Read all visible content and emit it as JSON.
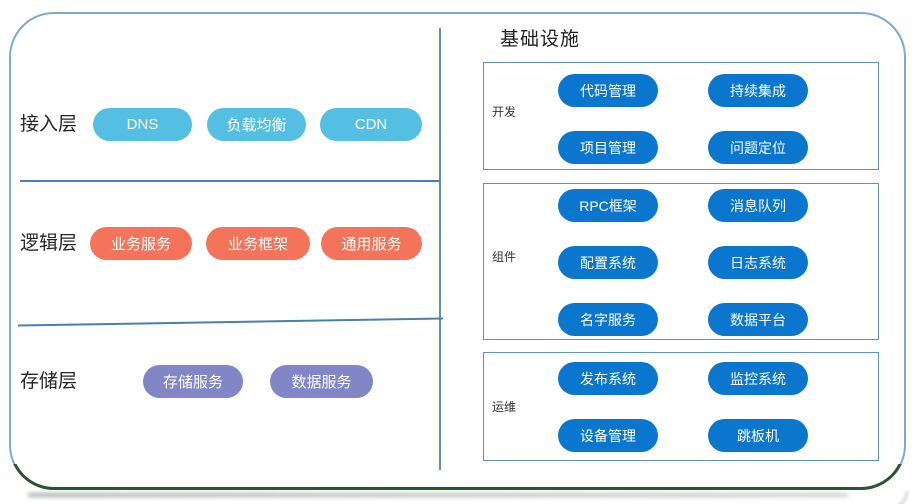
{
  "layers": [
    {
      "label": "接入层",
      "items": [
        "DNS",
        "负载均衡",
        "CDN"
      ]
    },
    {
      "label": "逻辑层",
      "items": [
        "业务服务",
        "业务框架",
        "通用服务"
      ]
    },
    {
      "label": "存储层",
      "items": [
        "存储服务",
        "数据服务"
      ]
    }
  ],
  "infrastructure": {
    "title": "基础设施",
    "groups": [
      {
        "label": "开发",
        "items": [
          "代码管理",
          "持续集成",
          "项目管理",
          "问题定位"
        ]
      },
      {
        "label": "组件",
        "items": [
          "RPC框架",
          "消息队列",
          "配置系统",
          "日志系统",
          "名字服务",
          "数据平台"
        ]
      },
      {
        "label": "运维",
        "items": [
          "发布系统",
          "监控系统",
          "设备管理",
          "跳板机"
        ]
      }
    ]
  },
  "colors": {
    "access_pill": "#54BFE3",
    "logic_pill": "#F4735B",
    "storage_pill": "#8285C6",
    "infra_pill": "#0B76CD",
    "divider": "#4A7FAE",
    "box_border": "#5B93C6",
    "card_border_top": "#7FA9CB",
    "card_border_bottom": "#2F5233"
  }
}
